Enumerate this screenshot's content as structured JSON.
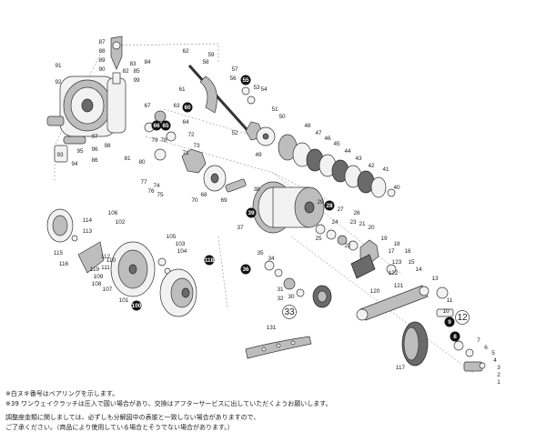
{
  "notes": {
    "line1": "※白ヌキ番号はベアリングを示します。",
    "line2": "※39 ワンウェイクラッチは圧入で圓い場合があり、交換はアフターサービスに出していただくようお願いします。",
    "line3": "調整座金類に関しましては、必ずしも分解図中の表揃と一致しない場合がありますので、",
    "line4": "ご了承ください。（商品により使用している場合とそうでない場合があります。）"
  },
  "filled_badges": [
    "55",
    "60",
    "65",
    "66",
    "39",
    "28",
    "36",
    "118",
    "100",
    "9",
    "8"
  ],
  "outline_badges": [
    "33",
    "12"
  ],
  "part_labels": [
    "87",
    "88",
    "89",
    "90",
    "91",
    "92",
    "93",
    "94",
    "95",
    "96",
    "97",
    "98",
    "99",
    "86",
    "85",
    "84",
    "83",
    "82",
    "81",
    "80",
    "79",
    "78",
    "77",
    "76",
    "75",
    "74",
    "73",
    "72",
    "71",
    "70",
    "69",
    "68",
    "67",
    "66",
    "65",
    "64",
    "63",
    "62",
    "61",
    "60",
    "59",
    "58",
    "57",
    "56",
    "55",
    "54",
    "53",
    "52",
    "51",
    "50",
    "49",
    "48",
    "47",
    "46",
    "45",
    "44",
    "43",
    "42",
    "41",
    "40",
    "39",
    "38",
    "37",
    "36",
    "35",
    "34",
    "33",
    "32",
    "31",
    "30",
    "29",
    "28",
    "27",
    "26",
    "25",
    "24",
    "23",
    "22",
    "21",
    "20",
    "19",
    "18",
    "17",
    "16",
    "15",
    "14",
    "13",
    "12",
    "11",
    "10",
    "9",
    "8",
    "7",
    "6",
    "5",
    "4",
    "3",
    "2",
    "1",
    "100",
    "101",
    "102",
    "103",
    "104",
    "105",
    "106",
    "107",
    "108",
    "109",
    "110",
    "111",
    "112",
    "113",
    "114",
    "115",
    "116",
    "117",
    "118",
    "119",
    "120",
    "121",
    "122",
    "123",
    "131"
  ]
}
